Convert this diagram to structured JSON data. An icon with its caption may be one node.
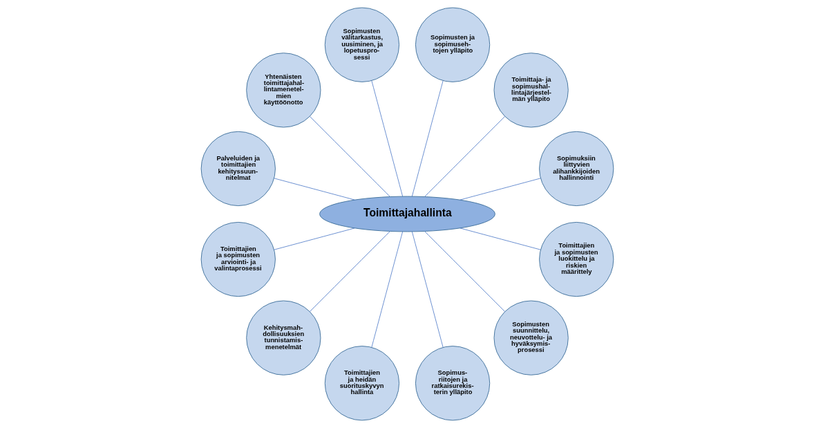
{
  "diagram": {
    "nodes": [
      {
        "text": [
          "Toimittajahallinta"
        ]
      },
      {
        "text": [
          "Sopimuksiin liittyvien alihankkijoiden hallinnointi"
        ]
      },
      {
        "text": [
          "Toimittaja- ja sopimushal- lintajärjestel- män ylläpito"
        ]
      },
      {
        "text": [
          "Sopimusten ja sopimuseh- tojen ylläpito"
        ]
      },
      {
        "text": [
          "Sopimusten välitarkastus, uusiminen, ja lopetuspro- sessi"
        ]
      },
      {
        "text": [
          "Yhtenäisten toimittajahal- lintamenetel- mien käyttöönotto"
        ]
      },
      {
        "text": [
          "Palveluiden ja toimittajien kehityssuun- nitelmat"
        ]
      },
      {
        "text": [
          "Toimittajien ja sopimusten arviointi- ja valintaprosessi"
        ]
      },
      {
        "text": [
          "Kehitysmah- dollisuuksien tunnistamis- menetelmät"
        ]
      },
      {
        "text": [
          "Toimittajien ja heidän suorituskyvyn hallinta"
        ]
      },
      {
        "text": [
          "Sopimus- riitojen ja ratkaisurekis- terin ylläpito"
        ]
      },
      {
        "text": [
          "Sopimusten suunnittelu, neuvottelu- ja hyväksymis- prosessi"
        ]
      },
      {
        "text": [
          "Toimittajien ja sopimusten luokittelu ja riskien määrittely"
        ]
      }
    ],
    "edges": [
      {
        "from": 0,
        "to": 1,
        "arrow": "none"
      },
      {
        "from": 0,
        "to": 2,
        "arrow": "none"
      },
      {
        "from": 0,
        "to": 3,
        "arrow": "none"
      },
      {
        "from": 0,
        "to": 4,
        "arrow": "none"
      },
      {
        "from": 0,
        "to": 5,
        "arrow": "none"
      },
      {
        "from": 0,
        "to": 6,
        "arrow": "none"
      },
      {
        "from": 0,
        "to": 7,
        "arrow": "none"
      },
      {
        "from": 0,
        "to": 8,
        "arrow": "none"
      },
      {
        "from": 0,
        "to": 9,
        "arrow": "none"
      },
      {
        "from": 0,
        "to": 10,
        "arrow": "none"
      },
      {
        "from": 0,
        "to": 11,
        "arrow": "none"
      },
      {
        "from": 0,
        "to": 12,
        "arrow": "none"
      }
    ]
  }
}
